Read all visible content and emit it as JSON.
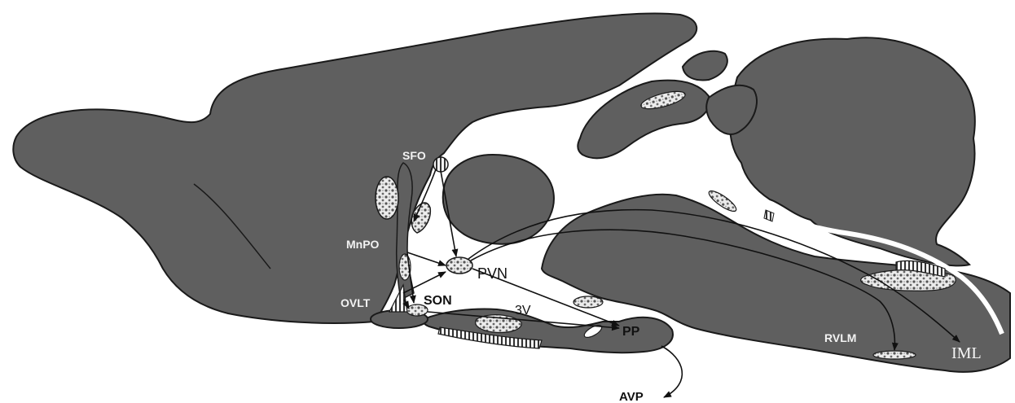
{
  "labels": {
    "sfo": "SFO",
    "mnpo": "MnPO",
    "ovlt": "OVLT",
    "son": "SON",
    "pvn": "PVN",
    "third_ventricle": "3V",
    "pp": "PP",
    "avp": "AVP",
    "rvlm": "RVLM",
    "iml": "IML"
  },
  "colors": {
    "tissue": "#5f5f5f",
    "outline": "#1a1a1a",
    "nucleus": "#e8e8e8",
    "background": "#ffffff"
  }
}
